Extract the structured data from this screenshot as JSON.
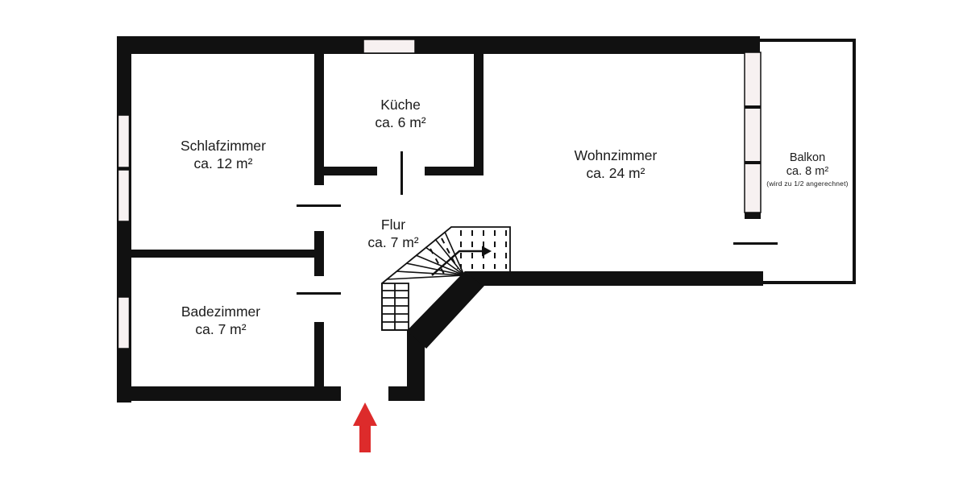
{
  "floor_plan": {
    "type": "apartment-floor-plan",
    "language": "de"
  },
  "rooms": [
    {
      "id": "schlafzimmer",
      "name": "Schlafzimmer",
      "area": "ca. 12 m²"
    },
    {
      "id": "kueche",
      "name": "Küche",
      "area": "ca. 6 m²"
    },
    {
      "id": "wohnzimmer",
      "name": "Wohnzimmer",
      "area": "ca. 24 m²"
    },
    {
      "id": "flur",
      "name": "Flur",
      "area": "ca. 7 m²"
    },
    {
      "id": "badezimmer",
      "name": "Badezimmer",
      "area": "ca. 7 m²"
    },
    {
      "id": "balkon",
      "name": "Balkon",
      "area": "ca. 8 m²",
      "note": "(wird zu 1/2 angerechnet)"
    }
  ],
  "annotations": {
    "entrance_marker": "up-arrow",
    "stairs_direction": "right-arrow"
  },
  "colors": {
    "wall": "#111111",
    "window_fill": "#f7f1f1",
    "entrance_arrow": "#dd2b2b",
    "background": "#ffffff",
    "line": "#111111"
  }
}
